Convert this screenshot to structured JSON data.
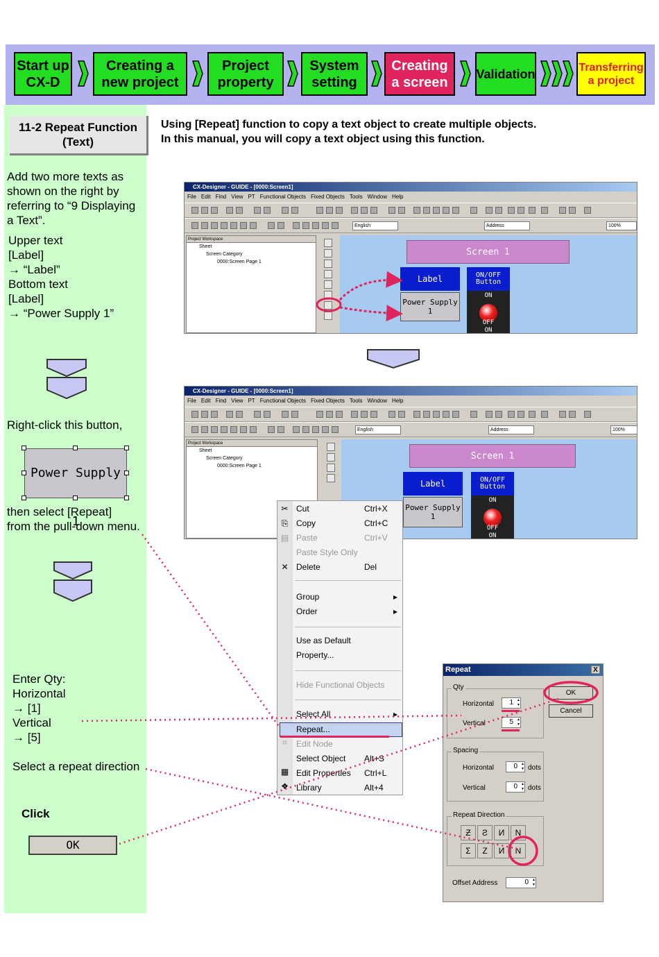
{
  "steps": [
    {
      "label": "Start up\nCX-D",
      "style": "green"
    },
    {
      "label": "Creating a\nnew project",
      "style": "green"
    },
    {
      "label": "Project\nproperty",
      "style": "green"
    },
    {
      "label": "System\nsetting",
      "style": "green"
    },
    {
      "label": "Creating\na screen",
      "style": "red"
    },
    {
      "label": "Validation",
      "style": "green"
    },
    {
      "label": "Transferring\na project",
      "style": "yellow"
    }
  ],
  "section_title": "11-2 Repeat Function\n(Text)",
  "intro": "Using [Repeat] function to copy  a text object to create multiple objects.\nIn this manual, you will copy a text object using this function.",
  "left": {
    "add_texts": "Add two more texts as\nshown on the right by\nreferring to “9 Displaying\na Text”.",
    "upper_bottom": "Upper text\n[Label]\n   → “Label”\nBottom text\n[Label]\n   → “Power Supply 1”",
    "right_click": "Right-click this button,",
    "ps_button": "Power Supply 1",
    "then_select": "then select [Repeat]\nfrom the pull-down menu.",
    "enter_qty": "Enter Qty:\nHorizontal\n   → [1]\nVertical\n   → [5]",
    "select_dir": "Select a repeat direction",
    "click": "Click",
    "ok": "OK"
  },
  "app": {
    "title": "CX-Designer - GUIDE - [0000:Screen1]",
    "menu": [
      "File",
      "Edit",
      "Find",
      "View",
      "PT",
      "Functional Objects",
      "Fixed Objects",
      "Tools",
      "Window",
      "Help"
    ],
    "lang_combo": "English",
    "address_combo": "Address",
    "zoom_combo": "100%",
    "workspace": "Project Workspace",
    "tree": [
      "Sheet",
      "Screen Category",
      "0000:Screen Page 1"
    ],
    "screen_label": "Screen 1",
    "label_obj": "Label",
    "power_obj": "Power Supply 1",
    "onoff": "ON/OFF\nButton",
    "on": "ON",
    "off": "OFF"
  },
  "context_menu": [
    {
      "label": "Cut",
      "shortcut": "Ctrl+X",
      "disabled": false
    },
    {
      "label": "Copy",
      "shortcut": "Ctrl+C",
      "disabled": false
    },
    {
      "label": "Paste",
      "shortcut": "Ctrl+V",
      "disabled": true
    },
    {
      "label": "Paste Style Only",
      "shortcut": "",
      "disabled": true
    },
    {
      "label": "Delete",
      "shortcut": "Del",
      "disabled": false
    },
    {
      "label": "Group",
      "shortcut": "",
      "disabled": false,
      "submenu": true
    },
    {
      "label": "Order",
      "shortcut": "",
      "disabled": false,
      "submenu": true
    },
    {
      "label": "Use as Default",
      "shortcut": "",
      "disabled": false
    },
    {
      "label": "Property...",
      "shortcut": "",
      "disabled": false
    },
    {
      "label": "Hide Functional Objects",
      "shortcut": "",
      "disabled": true
    },
    {
      "label": "Select All",
      "shortcut": "",
      "disabled": false,
      "submenu": true
    },
    {
      "label": "Repeat...",
      "shortcut": "",
      "disabled": false,
      "highlight": true
    },
    {
      "label": "Edit Node",
      "shortcut": "",
      "disabled": true
    },
    {
      "label": "Select Object",
      "shortcut": "Alt+S",
      "disabled": false
    },
    {
      "label": "Edit Properties",
      "shortcut": "Ctrl+L",
      "disabled": false
    },
    {
      "label": "Library",
      "shortcut": "Alt+4",
      "disabled": false
    }
  ],
  "dialog": {
    "title": "Repeat",
    "close": "X",
    "qty": "Qty",
    "horizontal": "Horizontal",
    "vertical": "Vertical",
    "qty_h": "1",
    "qty_v": "5",
    "ok": "OK",
    "cancel": "Cancel",
    "spacing": "Spacing",
    "sp_h": "0",
    "sp_v": "0",
    "dots": "dots",
    "repeat_direction": "Repeat Direction",
    "offset_address": "Offset Address",
    "offset": "0"
  },
  "colors": {
    "accent_pink": "#e0245e",
    "panel_green": "#ccffcc",
    "bar_blue": "#b3b3f0"
  }
}
